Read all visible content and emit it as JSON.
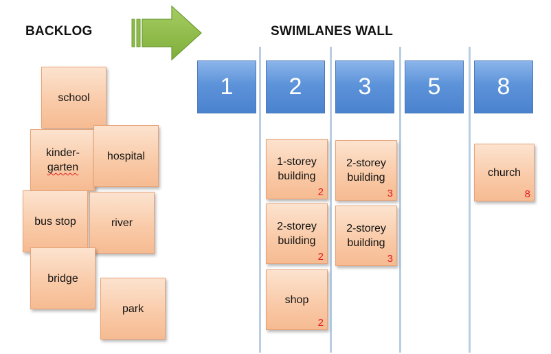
{
  "backlog": {
    "title": "BACKLOG",
    "cards": {
      "school": "school",
      "kindergarten_line1": "kinder-",
      "kindergarten_line2": "garten",
      "hospital": "hospital",
      "bus_stop": "bus stop",
      "river": "river",
      "bridge": "bridge",
      "park": "park"
    }
  },
  "arrow": {
    "icon": "right-arrow-icon",
    "fill": "#8fbc49",
    "stroke": "#6c9a32"
  },
  "wall": {
    "title": "SWIMLANES WALL",
    "story_points": [
      "1",
      "2",
      "3",
      "5",
      "8"
    ],
    "lanes": {
      "lane2": [
        {
          "line1": "1-storey",
          "line2": "building",
          "points": "2"
        },
        {
          "line1": "2-storey",
          "line2": "building",
          "points": "2"
        },
        {
          "line1": "shop",
          "line2": "",
          "points": "2"
        }
      ],
      "lane3": [
        {
          "line1": "2-storey",
          "line2": "building",
          "points": "3"
        },
        {
          "line1": "2-storey",
          "line2": "building",
          "points": "3"
        }
      ],
      "lane8": [
        {
          "line1": "church",
          "line2": "",
          "points": "8"
        }
      ]
    }
  },
  "colors": {
    "card": "#f9c9a6",
    "card_border": "#e7a276",
    "points": "#e31e1e",
    "story_box": "#5d93d9",
    "divider": "#b9cde3"
  }
}
